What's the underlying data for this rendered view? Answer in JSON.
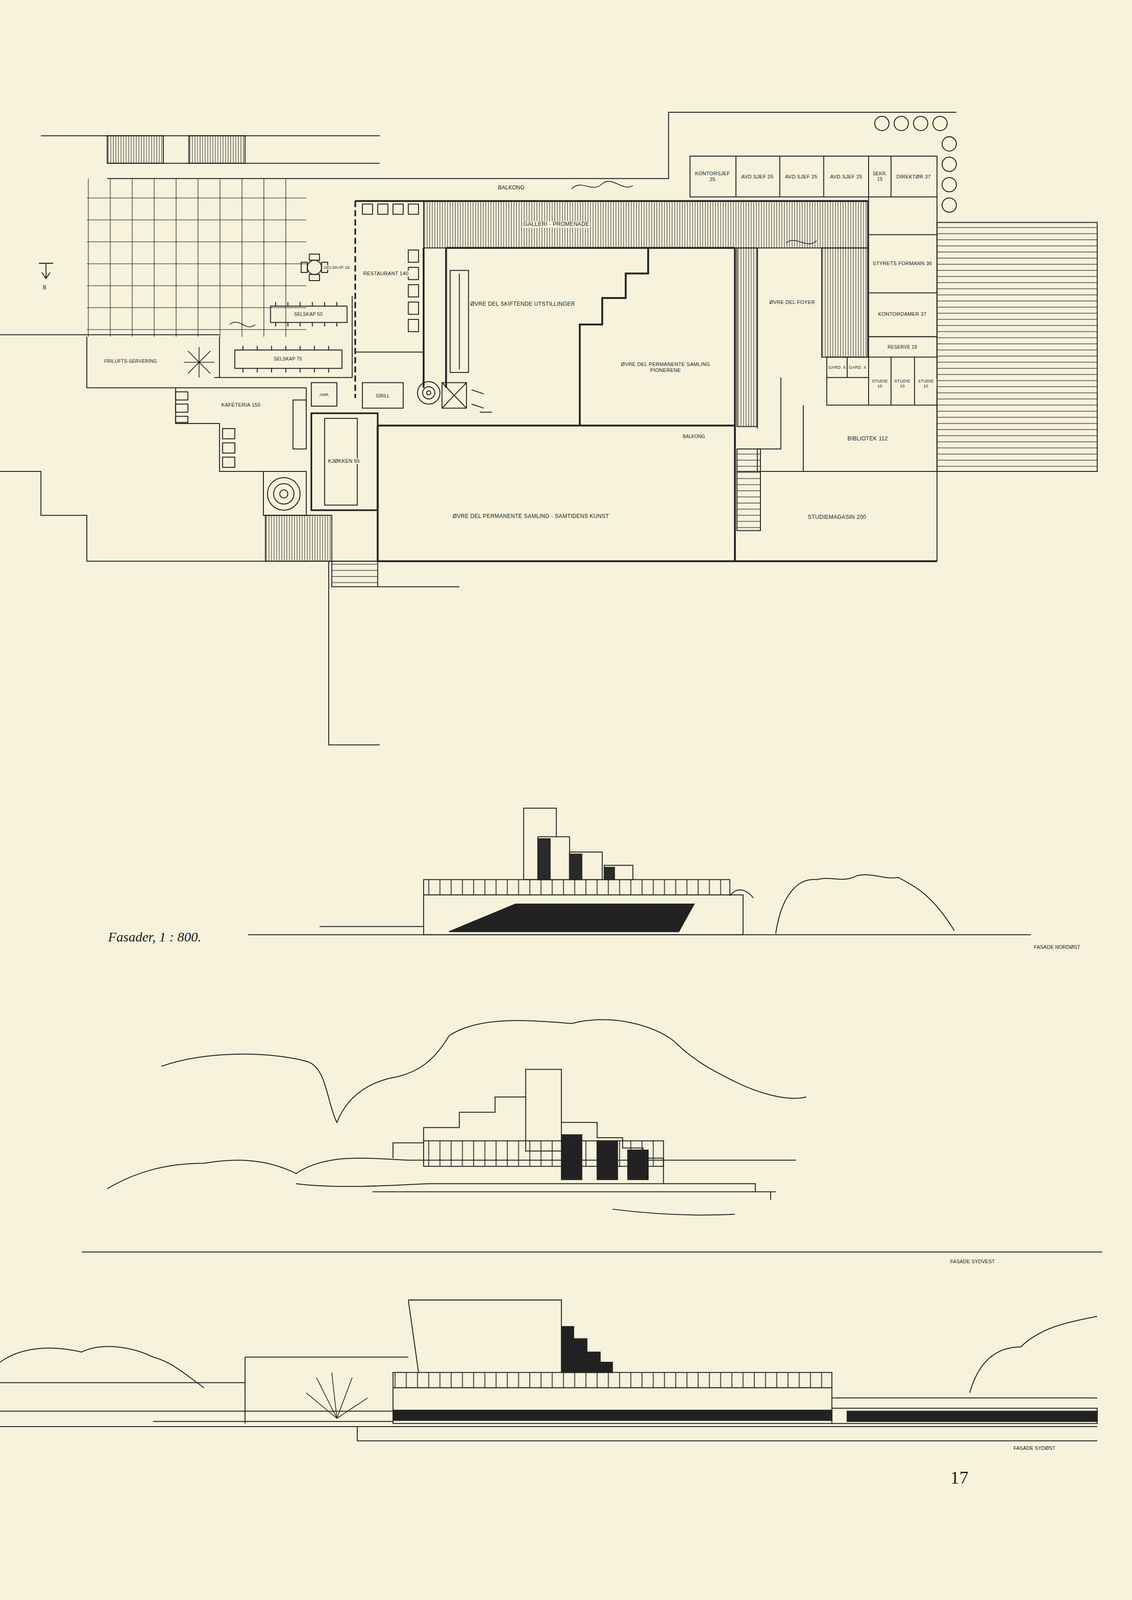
{
  "diagram": {
    "caption": "Fasader, 1 : 800.",
    "nodes": [
      {
        "text": [
          "KONTORSJEF 25"
        ]
      },
      {
        "text": [
          "AVD.SJEF 25"
        ]
      },
      {
        "text": [
          "AVD.SJEF 25"
        ]
      },
      {
        "text": [
          "AVD.SJEF 25"
        ]
      },
      {
        "text": [
          "SEKR. 15"
        ]
      },
      {
        "text": [
          "DIREKTØR 37"
        ]
      },
      {
        "text": [
          "GALLERI - PROMENADE"
        ]
      },
      {
        "text": [
          "STYRETS FORMANN 36"
        ]
      },
      {
        "text": [
          "KONTORDAMER 37"
        ]
      },
      {
        "text": [
          "RESERVE 18"
        ]
      },
      {
        "text": [
          "GARD. 8"
        ]
      },
      {
        "text": [
          "GARD. 4"
        ]
      },
      {
        "text": [
          "STUDIE 10"
        ]
      },
      {
        "text": [
          "STUDIE 10"
        ]
      },
      {
        "text": [
          "STUDIE 10"
        ]
      },
      {
        "text": [
          "BIBLIOTEK 112"
        ]
      },
      {
        "text": [
          "STUDIEMAGASIN 200"
        ]
      },
      {
        "text": [
          "ØVRE DEL FOYER"
        ]
      },
      {
        "text": [
          "ØVRE DEL SKIFTENDE UTSTILLINGER"
        ]
      },
      {
        "text": [
          "ØVRE DEL PERMANENTE SAMLING PIONERENE"
        ]
      },
      {
        "text": [
          "ØVRE DEL PERMANENTE SAMLING - SAMTIDENS KUNST"
        ]
      },
      {
        "text": [
          "RESTAURANT 140"
        ]
      },
      {
        "text": [
          "SELSKAP 16"
        ]
      },
      {
        "text": [
          "SELSKAP 50"
        ]
      },
      {
        "text": [
          "SELSKAP 75"
        ]
      },
      {
        "text": [
          "FRILUFTS-SERVERING"
        ]
      },
      {
        "text": [
          "KAFETERIA 150"
        ]
      },
      {
        "text": [
          "ANR."
        ]
      },
      {
        "text": [
          "GRILL"
        ]
      },
      {
        "text": [
          "KJØKKEN 95"
        ]
      }
    ],
    "labels": [
      "BALKONG",
      "BALKONG",
      "B",
      "FASADE NORDØST",
      "FASADE SYDVEST",
      "FASADE SYDØST",
      "17"
    ]
  }
}
